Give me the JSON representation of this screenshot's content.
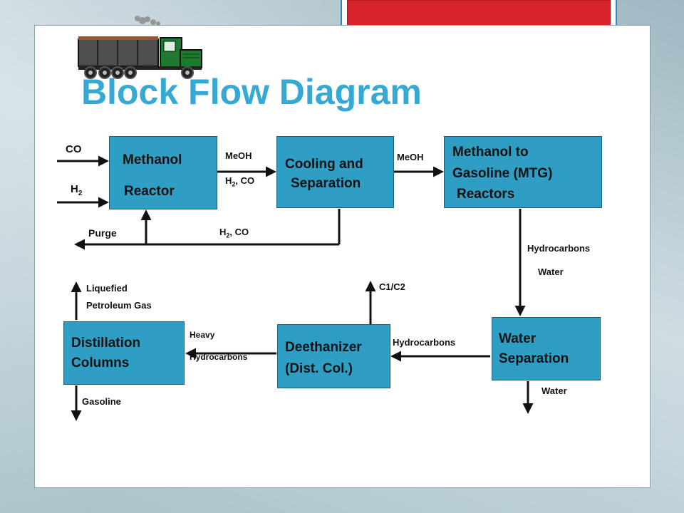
{
  "slide": {
    "title": "Block Flow Diagram"
  },
  "blocks": {
    "methanol_reactor": {
      "line1": "Methanol",
      "line2": "Reactor"
    },
    "cooling_separation": {
      "line1": "Cooling and",
      "line2": "Separation"
    },
    "mtg_reactors": {
      "line1": "Methanol to",
      "line2": "Gasoline (MTG)",
      "line3": "Reactors"
    },
    "water_separation": {
      "line1": "Water",
      "line2": "Separation"
    },
    "deethanizer": {
      "line1": "Deethanizer",
      "line2": "(Dist. Col.)"
    },
    "distillation_columns": {
      "line1": "Distillation",
      "line2": "Columns"
    }
  },
  "streams": {
    "co": "CO",
    "h2": "H",
    "h2_sub": "2",
    "meoh_1": "MeOH",
    "h2co_1": "H",
    "h2co_1_sub": "2",
    "h2co_1_rest": ", CO",
    "meoh_2": "MeOH",
    "purge": "Purge",
    "h2co_recycle": "H",
    "h2co_recycle_sub": "2",
    "h2co_recycle_rest": ", CO",
    "hydrocarbons_1": "Hydrocarbons",
    "water_1": "Water",
    "water_2": "Water",
    "hydrocarbons_2": "Hydrocarbons",
    "c1c2": "C1/C2",
    "heavy": "Heavy",
    "heavy_hydrocarbons": "Hydrocarbons",
    "lpg_1": "Liquefied",
    "lpg_2": "Petroleum Gas",
    "gasoline": "Gasoline"
  },
  "colors": {
    "block_fill": "#2e9ec4",
    "title": "#35a9d3",
    "accent_red": "#d8232a",
    "arrow": "#111111"
  },
  "icons": [
    "truck-icon"
  ]
}
